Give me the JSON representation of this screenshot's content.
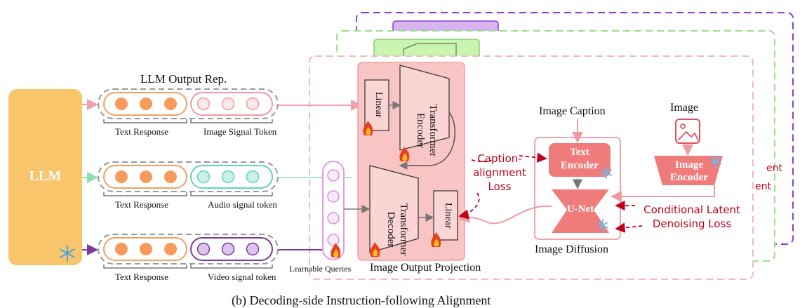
{
  "llm": {
    "label": "LLM"
  },
  "output_rep": {
    "title": "LLM Output Rep."
  },
  "rows": [
    {
      "left_label": "Text Response",
      "right_label": "Image Signal Token"
    },
    {
      "left_label": "Text Response",
      "right_label": "Audio signal token"
    },
    {
      "left_label": "Text Response",
      "right_label": "Video signal token"
    }
  ],
  "projection": {
    "title": "Image Output Projection",
    "linear_top": "Linear",
    "encoder": "Transformer\nEncoder",
    "decoder": "Transformer\nDecoder",
    "linear_bottom": "Linear",
    "queries_label": "Learnable Queries"
  },
  "diffusion": {
    "image_caption": "Image Caption",
    "image": "Image",
    "text_encoder": "Text\nEncoder",
    "image_encoder": "Image\nEncoder",
    "unet": "U-Net",
    "title": "Image Diffusion"
  },
  "losses": {
    "caption_alignment": "Caption-\nalignment\nLoss",
    "conditional": "Conditional Latent\nDenoising Loss"
  },
  "behind_panel_fragments": [
    "ent",
    "ent"
  ],
  "caption": "(b) Decoding-side Instruction-following Alignment",
  "colors": {
    "llm": "#f8c56a",
    "text_token_border": "#f0a060",
    "text_token_fill": "#f89a5a",
    "image_token": "#ee9aa0",
    "audio_token": "#5ed3bd",
    "video_token": "#7a3b9a",
    "projection_bg": "#f9c4c4",
    "unet": "#ef7b7b",
    "loss_red": "#c0001a",
    "green_panel": "#9be08a",
    "purple_panel": "#8a3fd0"
  }
}
